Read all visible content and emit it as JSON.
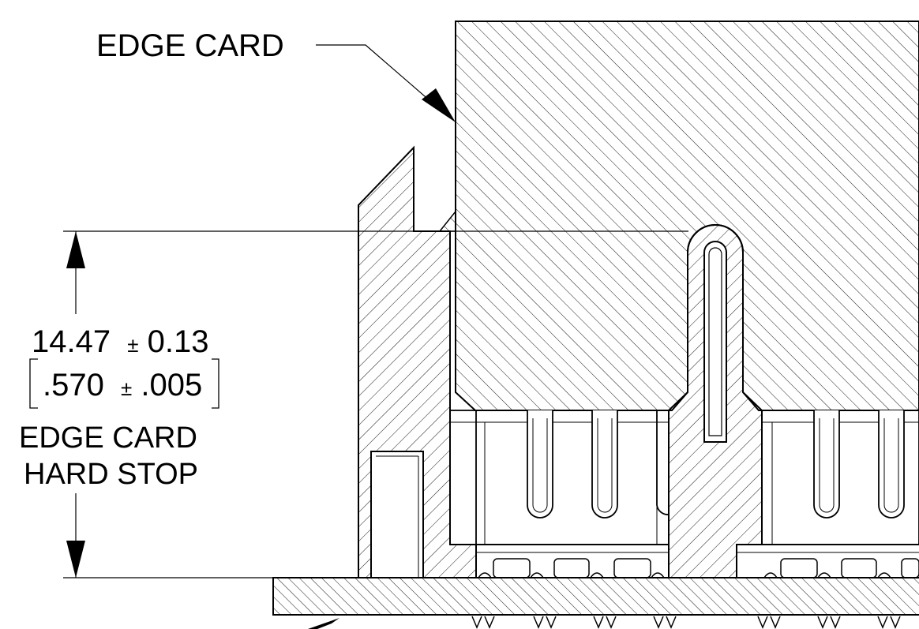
{
  "callout": {
    "label": "EDGE CARD"
  },
  "dimension": {
    "metric_value": "14.47",
    "metric_tolerance": "0.13",
    "imperial_value": ".570",
    "imperial_tolerance": ".005",
    "plus_minus": "±",
    "note_line1": "EDGE CARD",
    "note_line2": "HARD STOP"
  },
  "colors": {
    "line": "#000000",
    "background": "#ffffff"
  }
}
